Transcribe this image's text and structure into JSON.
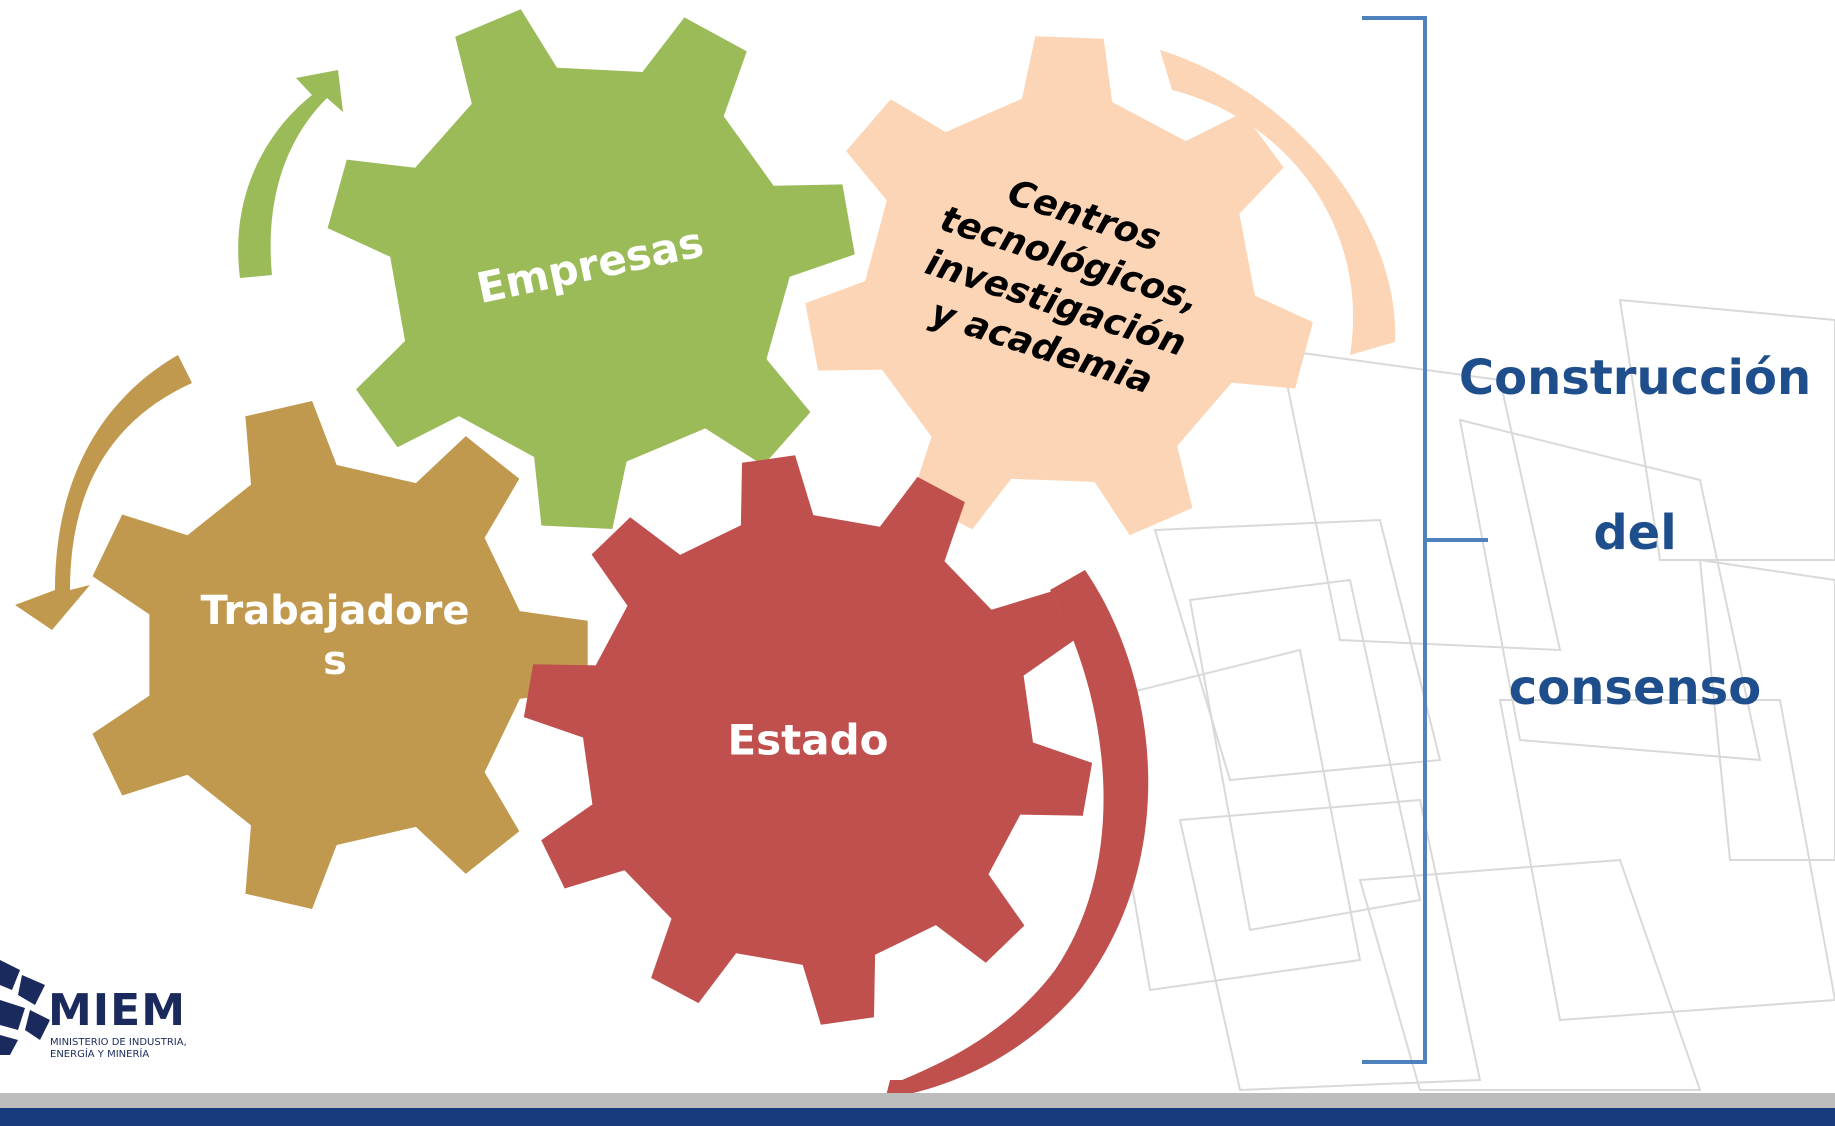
{
  "gears": [
    {
      "id": "empresas",
      "label_lines": [
        "Empresas"
      ],
      "color": "#9bbb59",
      "text_color": "#ffffff"
    },
    {
      "id": "centros",
      "label_lines": [
        "Centros",
        "tecnológicos,",
        "investigación",
        "y academia"
      ],
      "color": "#fbd5b5",
      "text_color": "#000000"
    },
    {
      "id": "trabajadores",
      "label_lines": [
        "Trabajadore",
        "s"
      ],
      "color": "#c0994f",
      "text_color": "#ffffff"
    },
    {
      "id": "estado",
      "label_lines": [
        "Estado"
      ],
      "color": "#c0504d",
      "text_color": "#ffffff"
    }
  ],
  "arrows": {
    "green": "#9bbb59",
    "peach": "#fbd5b5",
    "tan": "#c0994f",
    "red": "#c0504d"
  },
  "brace_color": "#4f81bd",
  "side_text": [
    "Construcción",
    "del",
    "consenso"
  ],
  "logo": {
    "title": "MIEM",
    "subtitle_line1": "MINISTERIO DE INDUSTRIA,",
    "subtitle_line2": "ENERGÍA Y MINERÍA",
    "color": "#1b2a5c"
  },
  "footer": {
    "gray": "#bdbdbd",
    "blue": "#163a7a"
  }
}
